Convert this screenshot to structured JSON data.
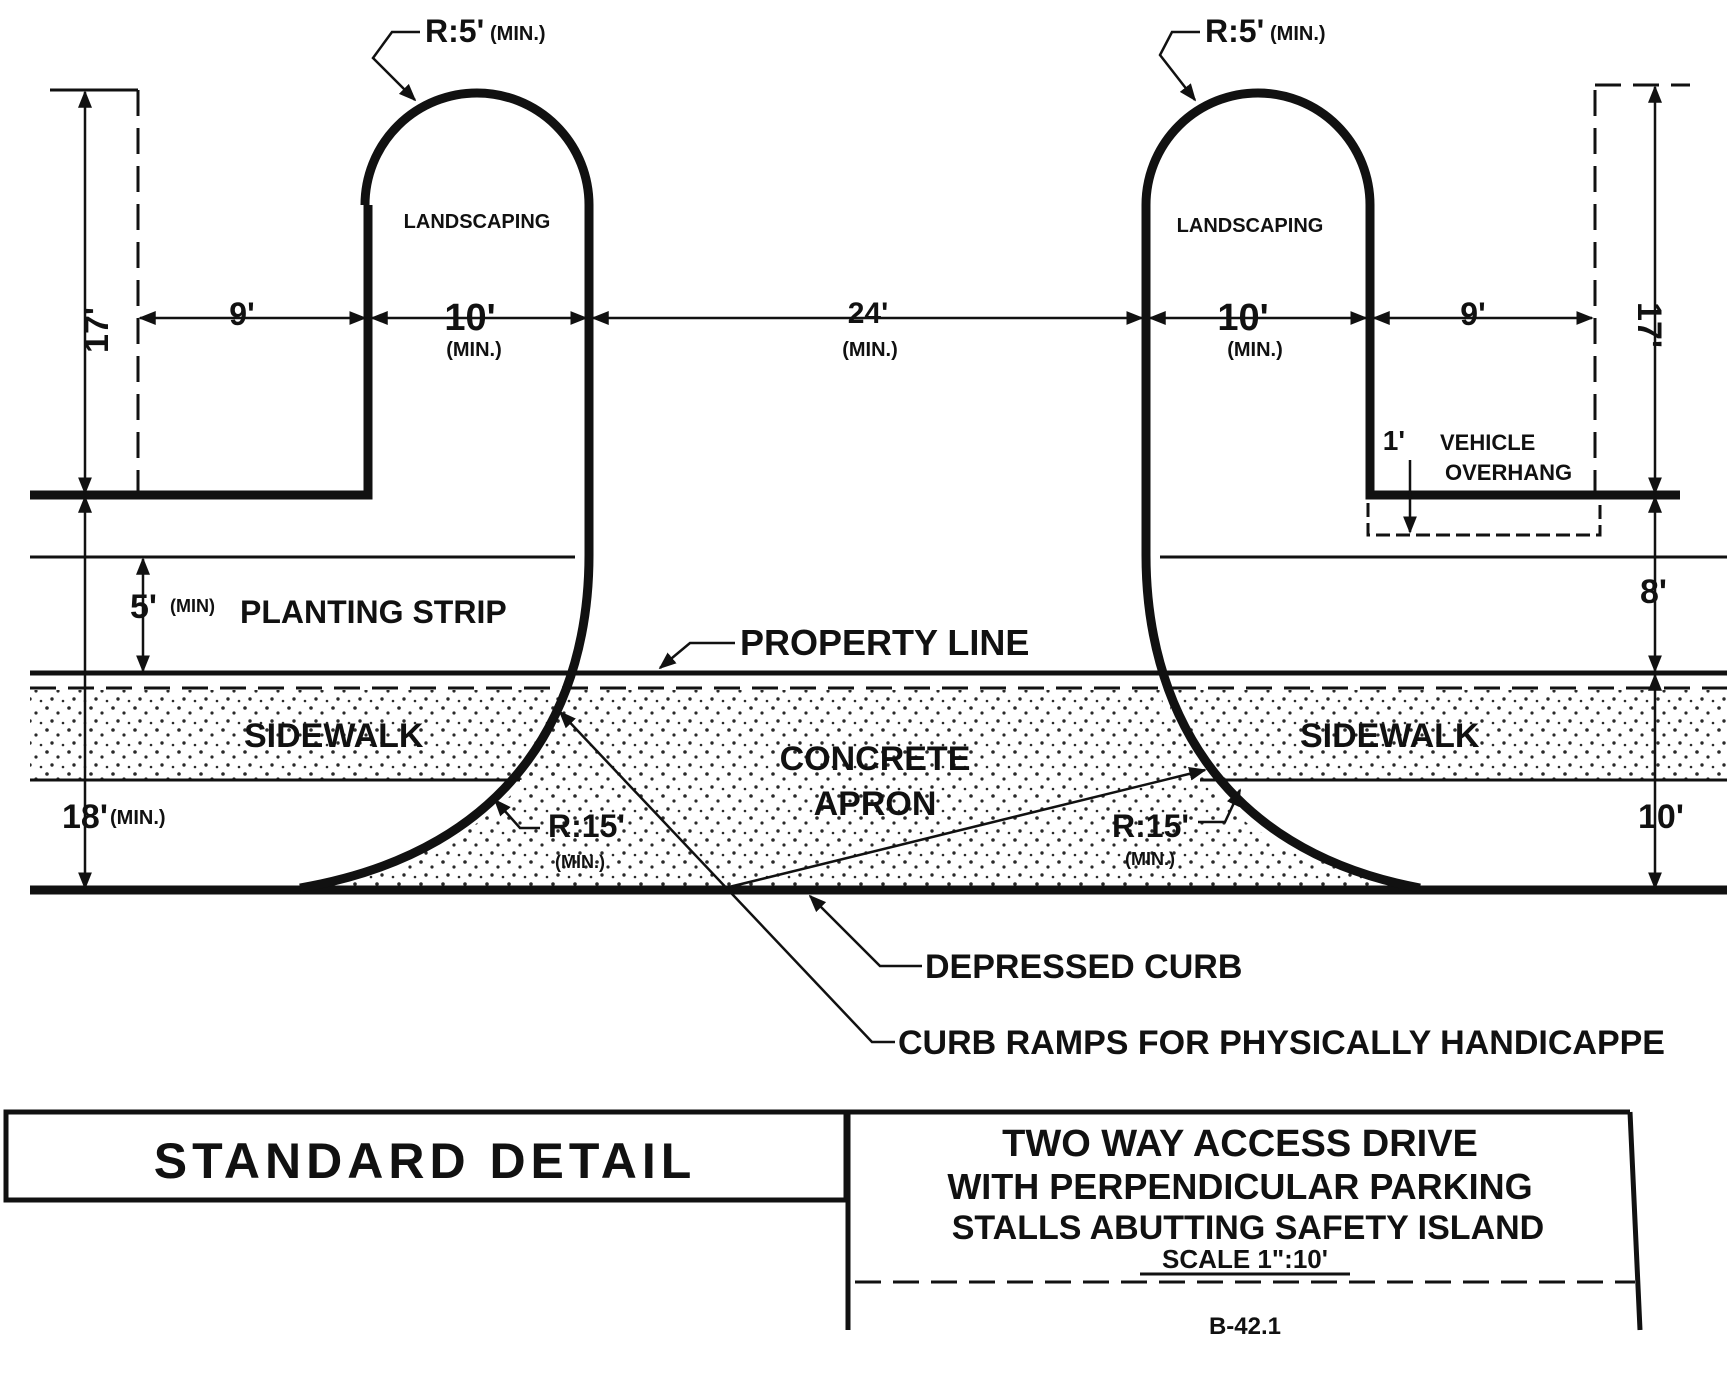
{
  "colors": {
    "ink": "#111111",
    "paper": "#ffffff",
    "stipple": "#2a2a2a"
  },
  "labels": {
    "radius_left": "R:5'",
    "radius_left_min": "(MIN.)",
    "radius_right": "R:5'",
    "radius_right_min": "(MIN.)",
    "landscaping_left": "LANDSCAPING",
    "landscaping_right": "LANDSCAPING",
    "dim_stall_left": "9'",
    "dim_island_left": "10'",
    "dim_island_left_min": "(MIN.)",
    "dim_drive": "24'",
    "dim_drive_min": "(MIN.)",
    "dim_island_right": "10'",
    "dim_island_right_min": "(MIN.)",
    "dim_stall_right": "9'",
    "dim_depth_left": "17'",
    "dim_depth_right": "17'",
    "overhang_dim": "1'",
    "overhang_line1": "VEHICLE",
    "overhang_line2": "OVERHANG",
    "planting_dim": "5'",
    "planting_min": "(MIN)",
    "planting_strip": "PLANTING STRIP",
    "dim_right_8": "8'",
    "property_line": "PROPERTY LINE",
    "sidewalk_left": "SIDEWALK",
    "sidewalk_right": "SIDEWALK",
    "apron_line1": "CONCRETE",
    "apron_line2": "APRON",
    "radius15_left": "R:15'",
    "radius15_left_min": "(MIN.)",
    "radius15_right": "R:15'",
    "radius15_right_min": "(MIN.)",
    "dim_18": "18'",
    "dim_18_min": "(MIN.)",
    "dim_10_right": "10'",
    "depressed_curb": "DEPRESSED CURB",
    "curb_ramps": "CURB RAMPS FOR PHYSICALLY HANDICAPPE"
  },
  "title_block": {
    "standard_detail": "STANDARD DETAIL",
    "title_line1": "TWO WAY ACCESS DRIVE",
    "title_line2": "WITH PERPENDICULAR PARKING",
    "title_line3": "STALLS ABUTTING SAFETY ISLAND",
    "scale": "SCALE 1\":10'",
    "sheet_number": "B-42.1"
  }
}
